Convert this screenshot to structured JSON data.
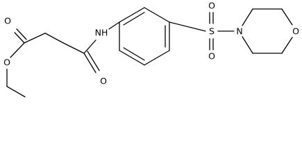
{
  "molecule": {
    "atoms": {
      "carbonyl_o": "O",
      "ester_o": "O",
      "amide_o": "O",
      "amide_nh": "NH",
      "sulfur": "S",
      "sulfonyl_o_top": "O",
      "sulfonyl_o_bottom": "O",
      "morpholine_n": "N",
      "morpholine_o": "O"
    }
  }
}
